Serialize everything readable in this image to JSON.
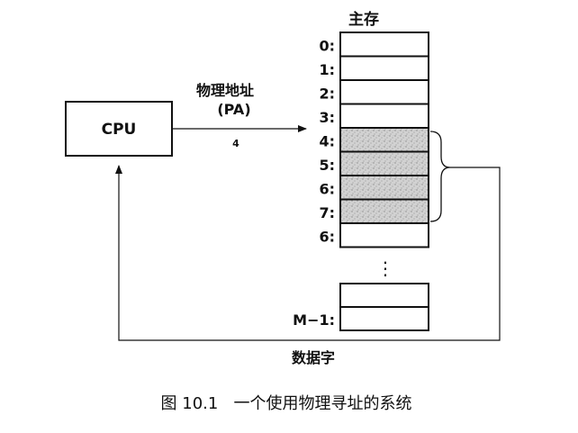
{
  "memory": {
    "title": "主存",
    "slots": [
      {
        "label": "0:",
        "shaded": false
      },
      {
        "label": "1:",
        "shaded": false
      },
      {
        "label": "2:",
        "shaded": false
      },
      {
        "label": "3:",
        "shaded": false
      },
      {
        "label": "4:",
        "shaded": true
      },
      {
        "label": "5:",
        "shaded": true
      },
      {
        "label": "6:",
        "shaded": true
      },
      {
        "label": "7:",
        "shaded": true
      },
      {
        "label": "6:",
        "shaded": false
      }
    ],
    "ellipsis": "⋮",
    "last_slot_label": "M−1:"
  },
  "cpu": {
    "label": "CPU"
  },
  "physical_address": {
    "line1": "物理地址",
    "line2": "(PA)",
    "value": "4"
  },
  "data_word": {
    "label": "数据字"
  },
  "caption": {
    "text": "图 10.1   一个使用物理寻址的系统"
  },
  "colors": {
    "stroke": "#111111",
    "shade": "#b8b8b8"
  }
}
